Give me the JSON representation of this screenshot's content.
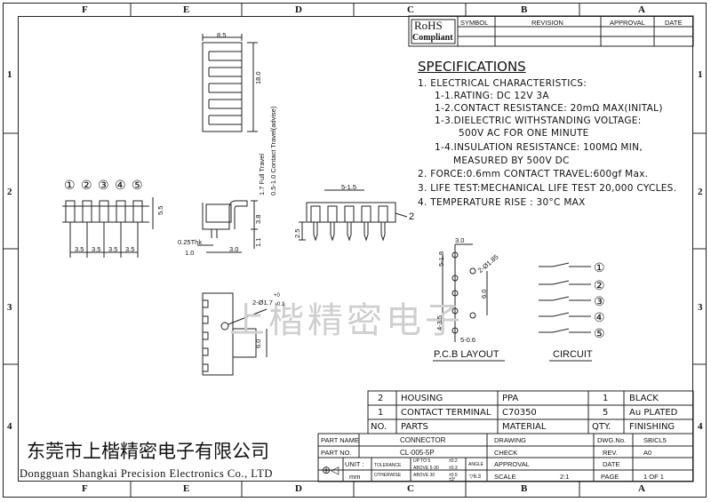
{
  "zones_top": [
    "F",
    "E",
    "D",
    "C",
    "B",
    "A"
  ],
  "zones_bottom": [
    "F",
    "E",
    "D",
    "C",
    "B",
    "A"
  ],
  "zones_left": [
    "1",
    "2",
    "3",
    "4"
  ],
  "zones_right": [
    "1",
    "2",
    "3",
    "4"
  ],
  "revision_header": {
    "rohs": "RoHS",
    "compliant": "Compliant",
    "symbol": "SYMBOL",
    "revision": "REVISION",
    "approval": "APPROVAL",
    "date": "DATE"
  },
  "spec": {
    "title": "SPECIFICATIONS",
    "lines": [
      "1. ELECTRICAL CHARACTERISTICS:",
      "1-1.RATING: DC 12V 3A",
      "1-2.CONTACT RESISTANCE: 20mΩ MAX(INITAL)",
      "1-3.DIELECTRIC WITHSTANDING VOLTAGE:",
      "500V AC FOR ONE MINUTE",
      "1-4.INSULATION RESISTANCE: 100MΩ MIN,",
      "MEASURED BY 500V DC",
      "2. FORCE:0.6mm CONTACT TRAVEL:600gf Max.",
      "3. LIFE TEST:MECHANICAL LIFE TEST 20,000 CYCLES.",
      "4. TEMPERATURE RISE : 30°C MAX"
    ]
  },
  "dims": {
    "w85": "8.5",
    "h18": "18.0",
    "full_travel": "1.7 Full Travel",
    "contact_travel": "0.5-1.0 Contact Travel(advise)",
    "h55": "5.5",
    "p1": "3.5",
    "p2": "3.5",
    "p3": "3.5",
    "p4": "3.5",
    "thk": "0.25Thk",
    "d10": "1.0",
    "d30": "3.0",
    "h38": "3.8",
    "h11": "1.1",
    "d515": "5-1.5",
    "h25": "2.5",
    "callout2": "2",
    "pcb_30": "3.0",
    "pcb_518": "5-1.8",
    "pcb_hole": "2-Ø1.85",
    "pcb_60": "6.0",
    "pcb_435": "4-3.5",
    "pcb_506": "5-0.6",
    "pin_hole": "2-Ø1.7",
    "tol_plus": "+0",
    "tol_minus": "-0.1",
    "side_60": "6.0"
  },
  "pin_numbers": [
    "①",
    "②",
    "③",
    "④",
    "⑤"
  ],
  "labels": {
    "pcb": "P.C.B LAYOUT",
    "circuit": "CIRCUIT"
  },
  "watermark": "上楷精密电子",
  "bom": {
    "rows": [
      {
        "no": "2",
        "part": "HOUSING",
        "material": "PPA",
        "qty": "1",
        "finish": "BLACK"
      },
      {
        "no": "1",
        "part": "CONTACT TERMINAL",
        "material": "C70350",
        "qty": "5",
        "finish": "Au PLATED"
      }
    ],
    "header": {
      "no": "NO.",
      "part": "PARTS",
      "material": "MATERIAL",
      "qty": "QTY.",
      "finish": "FINISHING"
    }
  },
  "company": {
    "cn": "东莞市上楷精密电子有限公司",
    "en": "Dongguan Shangkai Precision Electronics Co., LTD"
  },
  "title_block": {
    "part_name_label": "PART NAME",
    "part_name": "CONNECTOR",
    "part_no_label": "PART NO.",
    "part_no": "CL-005-5P",
    "unit_label": "UNIT :",
    "unit": "mm",
    "tolerance": "TOLERANCE",
    "otherwise": "OTHERWISE",
    "tol1": "UP TO 5",
    "tol1v": "±0.2",
    "tol2": "ABOVE 5-30",
    "tol2v": "±0.3",
    "tol3": "ABOVE 30",
    "tol3v": "±0.5",
    "angle_label": "ANGLE",
    "angle_v": "±3°",
    "finish_v": "▽6.3",
    "drawing": "DRAWING",
    "check": "CHECK",
    "approval": "APPROVAL",
    "scale_label": "SCALE",
    "scale": "2:1",
    "dwg_label": "DWG.No.",
    "dwg": "SBICL5",
    "rev_label": "REV.",
    "rev": "A0",
    "date_label": "DATE",
    "page_label": "PAGE",
    "page": "1 OF 1"
  }
}
